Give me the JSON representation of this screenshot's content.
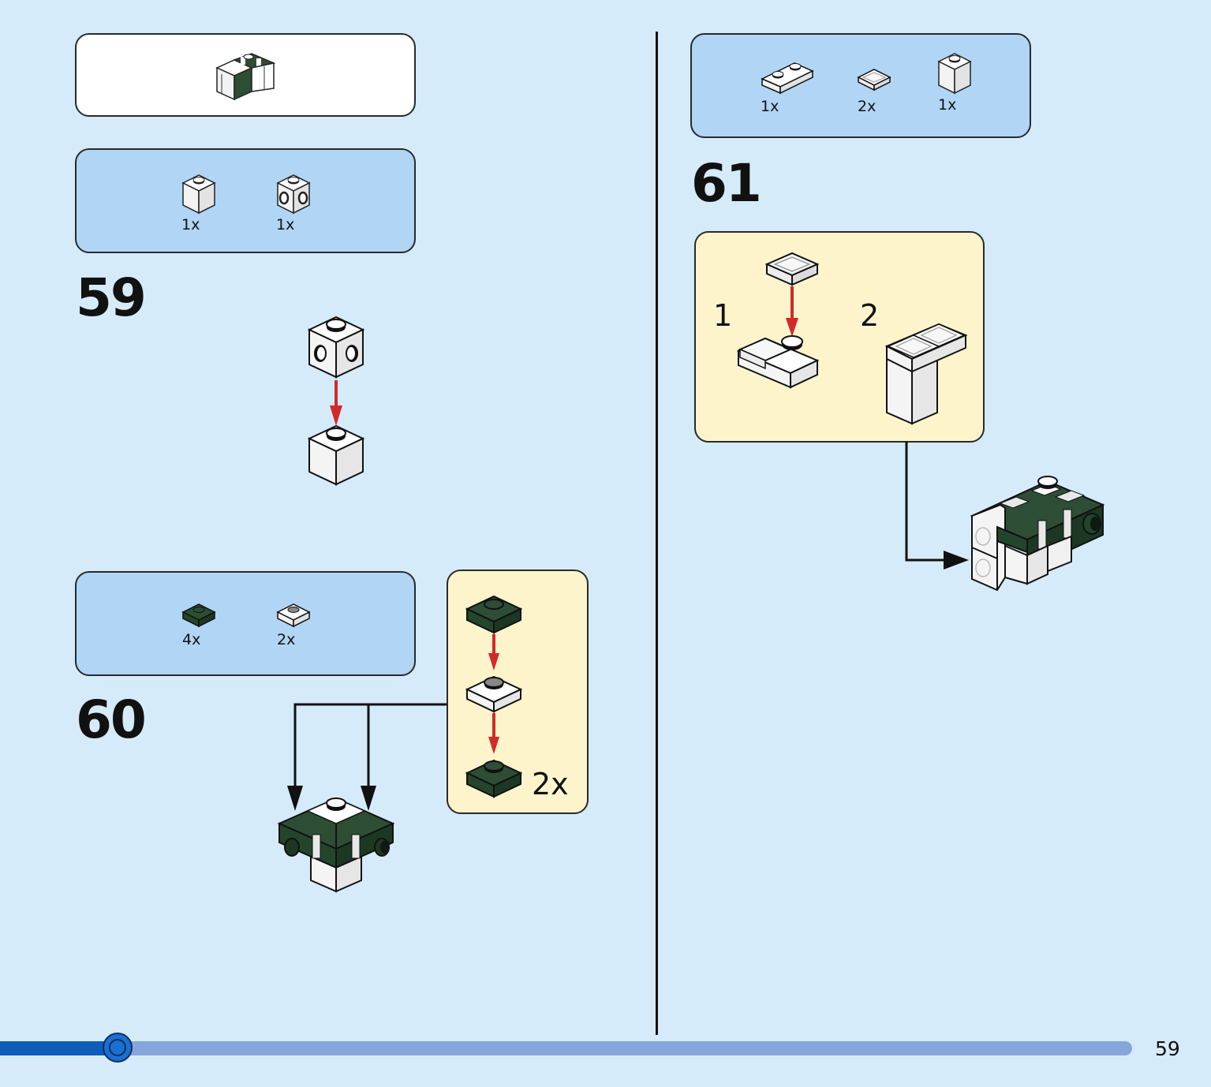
{
  "page": {
    "number": "59",
    "progress": 0.1
  },
  "colors": {
    "background": "#d5ebf9",
    "parts_panel": "#b0d5f5",
    "sub_panel": "#fdf4cc",
    "dark_green": "#23452c",
    "arrow_red": "#d12a2a",
    "progress_track": "#86a6db",
    "progress_fill": "#0f5db8"
  },
  "preview": {
    "icon": "assembled-corner-preview"
  },
  "step59": {
    "number": "59",
    "parts": [
      {
        "icon": "white-brick-1x1-icon",
        "qty": "1x"
      },
      {
        "icon": "white-brick-1x1-studs-on-sides-icon",
        "qty": "1x"
      }
    ]
  },
  "step60": {
    "number": "60",
    "parts": [
      {
        "icon": "dark-green-plate-1x1-icon",
        "qty": "4x"
      },
      {
        "icon": "white-plate-1x1-icon",
        "qty": "2x"
      }
    ],
    "subassembly_multiplier": "2x"
  },
  "step61": {
    "number": "61",
    "parts": [
      {
        "icon": "white-plate-1x2-icon",
        "qty": "1x"
      },
      {
        "icon": "trans-clear-tile-1x1-icon",
        "qty": "2x"
      },
      {
        "icon": "white-brick-1x1-icon",
        "qty": "1x"
      }
    ],
    "substeps": [
      "1",
      "2"
    ]
  }
}
